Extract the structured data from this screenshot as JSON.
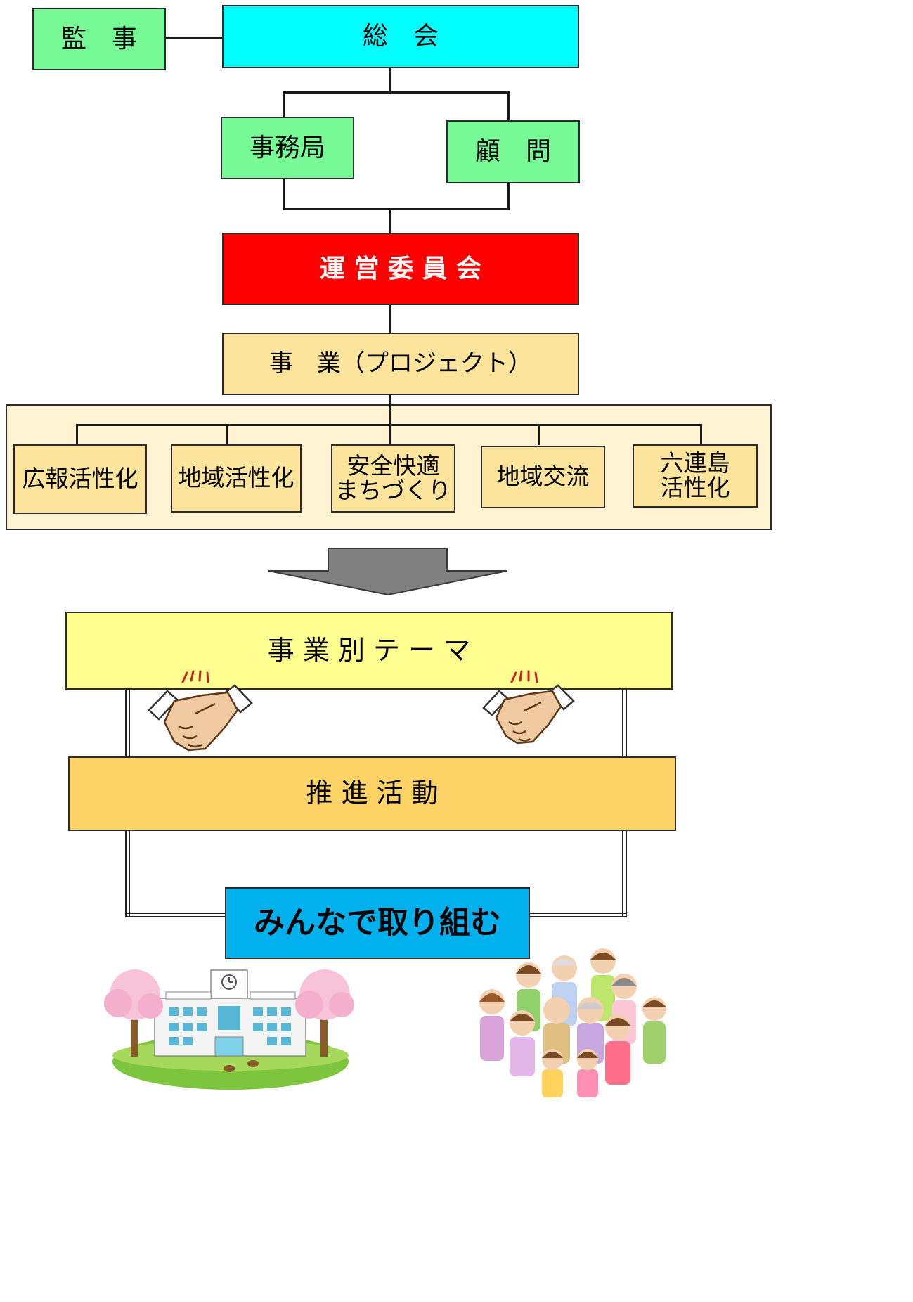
{
  "org": {
    "auditor": "監　事",
    "general_assembly": "総　会",
    "secretariat": "事務局",
    "advisor": "顧　問",
    "steering_committee": "運 営 委 員 会",
    "projects_header": "事　業（プロジェクト）",
    "projects": [
      "広報活性化",
      "地域活性化",
      "安全快適\nまちづくり",
      "地域交流",
      "六連島\n活性化"
    ]
  },
  "flow": {
    "themes": "事 業 別 テ ー マ",
    "promotion": "推 進 活 動",
    "together": "みんなで取り組む"
  },
  "colors": {
    "green": "#77fa96",
    "cyan": "#00ffff",
    "red": "#ff0000",
    "pale_orange": "#fde49c",
    "light_yellow": "#ffff90",
    "gold": "#fcd364",
    "blue": "#00b1ed",
    "arrow_gray": "#808080"
  },
  "illustrations": [
    "handshake-icon",
    "handshake-icon",
    "school-with-cherry-trees",
    "community-people-group"
  ]
}
